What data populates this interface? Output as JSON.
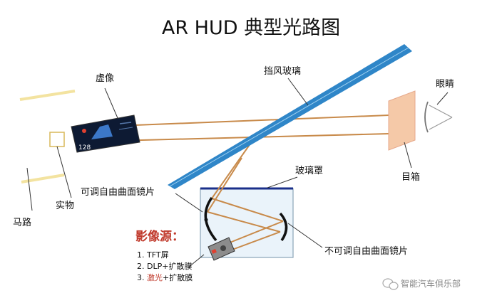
{
  "title": "AR HUD 典型光路图",
  "labels": {
    "virtual_image": "虚像",
    "windshield": "挡风玻璃",
    "eyes": "眼睛",
    "eyebox": "目箱",
    "glass_cover": "玻璃罩",
    "adjustable_mirror": "可调自由曲面镜片",
    "fixed_mirror": "不可调自由曲面镜片",
    "real_object": "实物",
    "road": "马路"
  },
  "virtual_image_display": {
    "speed": "128"
  },
  "image_source": {
    "heading": "影像源：",
    "items": [
      {
        "prefix": "1. ",
        "highlight": "",
        "text": "TFT屏"
      },
      {
        "prefix": "2. ",
        "highlight": "",
        "text": "DLP+扩散膜"
      },
      {
        "prefix": "3. ",
        "highlight": "激光",
        "text": "+扩散膜"
      }
    ]
  },
  "watermark": "智能汽车俱乐部",
  "colors": {
    "heading_red": "#c0392b",
    "beam": "#c88a4a",
    "windshield_blue": "#2f86c8",
    "box_fill": "#eaf3fa",
    "box_stroke": "#8aa4b8",
    "eyebox_fill": "#f5c9a8",
    "road_yellow": "#f3e3a0"
  }
}
